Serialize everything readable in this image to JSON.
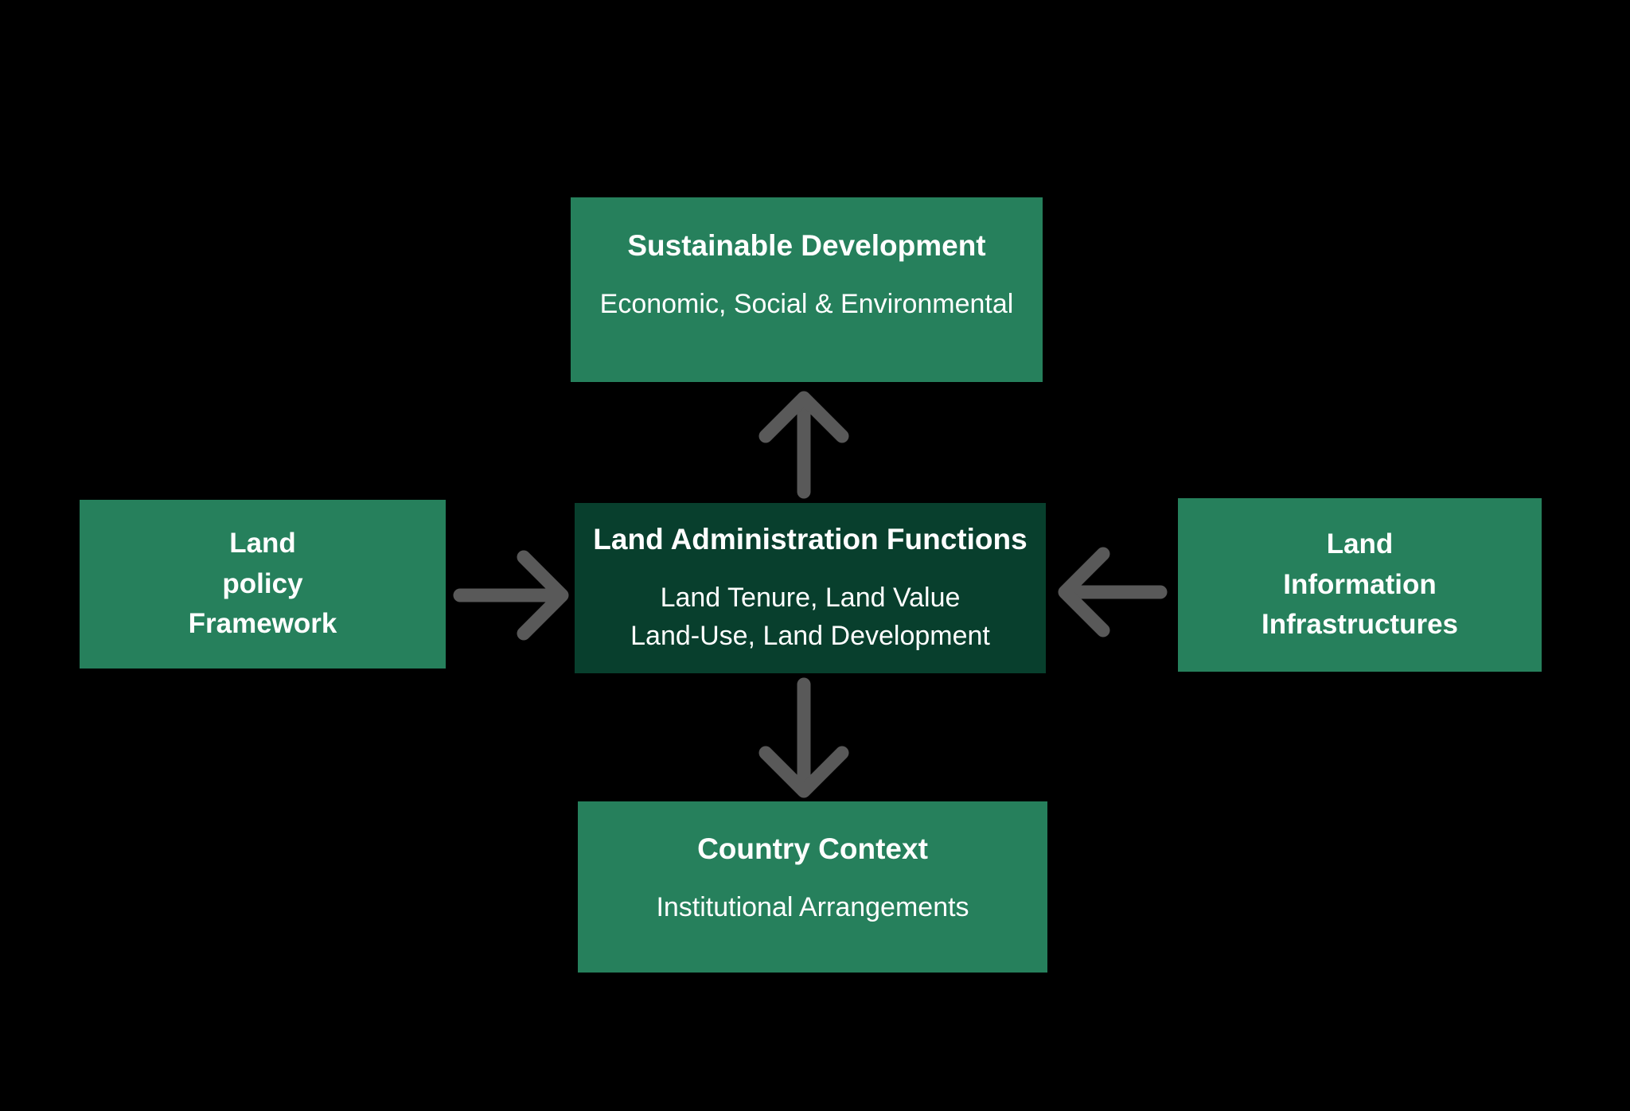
{
  "colors": {
    "background": "#000000",
    "box_light": "#26805C",
    "box_dark": "#083F2D",
    "arrow": "#595959",
    "text": "#FFFFFF"
  },
  "boxes": {
    "top": {
      "title": "Sustainable Development",
      "subtitle": "Economic, Social & Environmental"
    },
    "center": {
      "title": "Land Administration Functions",
      "subtitle": "Land Tenure, Land Value\nLand-Use, Land Development"
    },
    "left": {
      "label": "Land\npolicy\nFramework"
    },
    "right": {
      "label": "Land\nInformation\nInfrastructures"
    },
    "bottom": {
      "title": "Country Context",
      "subtitle": "Institutional Arrangements"
    }
  },
  "arrows": [
    {
      "name": "center-to-top",
      "direction": "up"
    },
    {
      "name": "left-to-center",
      "direction": "right"
    },
    {
      "name": "right-to-center",
      "direction": "left"
    },
    {
      "name": "center-to-bottom",
      "direction": "down"
    }
  ]
}
